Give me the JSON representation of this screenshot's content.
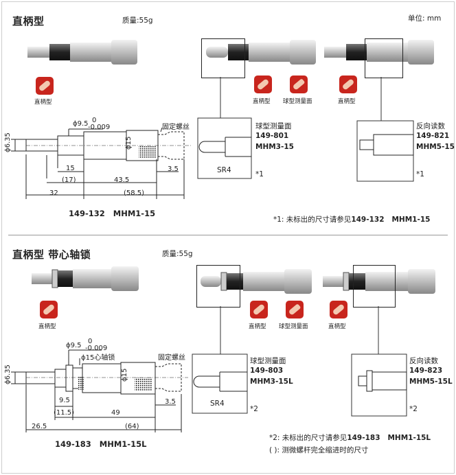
{
  "unit": "单位: mm",
  "sections": [
    {
      "title": "直柄型",
      "mass": "质量:55g",
      "badge_main": "直柄型",
      "badges": [
        "直柄型",
        "球型测量面",
        "直柄型"
      ],
      "dims": {
        "dia_shank": "ϕ6.35",
        "dia_sleeve": "ϕ9.5",
        "tol_top": "0",
        "tol_bot": "-0.009",
        "dia_thimble": "ϕ15",
        "lock_nut": "固定螺丝",
        "d15": "15",
        "d17": "(17)",
        "d43": "43.5",
        "d585": "(58.5)",
        "d32": "32",
        "d35": "3.5"
      },
      "model": "149-132   MHM1-15",
      "option_ball": {
        "label": "球型测量面",
        "code": "149-801",
        "model": "MHM3-15",
        "sr": "SR4",
        "note": "*1"
      },
      "option_rev": {
        "label": "反向读数",
        "code": "149-821",
        "model": "MHM5-15",
        "note": "*1"
      },
      "footnote": "*1: 未标出的尺寸请参见",
      "footnote_ref": "149-132   MHM1-15"
    },
    {
      "title": "直柄型 带心轴锁",
      "mass": "质量:55g",
      "badge_main": "直柄型",
      "badges": [
        "直柄型",
        "球型测量面",
        "直柄型"
      ],
      "dims": {
        "dia_shank": "ϕ6.35",
        "dia_sleeve": "ϕ9.5",
        "tol_top": "0",
        "tol_bot": "-0.009",
        "lock": "ϕ15心轴锁",
        "dia_thimble": "ϕ15",
        "lock_nut": "固定螺丝",
        "d95": "9.5",
        "d115": "(11.5)",
        "d49": "49",
        "d64": "(64)",
        "d265": "26.5",
        "d35": "3.5"
      },
      "model": "149-183   MHM1-15L",
      "option_ball": {
        "label": "球型测量面",
        "code": "149-803",
        "model": "MHM3-15L",
        "sr": "SR4",
        "note": "*2"
      },
      "option_rev": {
        "label": "反向读数",
        "code": "149-823",
        "model": "MHM5-15L",
        "note": "*2"
      },
      "footnote": "*2: 未标出的尺寸请参见",
      "footnote_ref": "149-183   MHM1-15L",
      "footnote2": "( ): 测微螺杆完全缩进时的尺寸"
    }
  ]
}
